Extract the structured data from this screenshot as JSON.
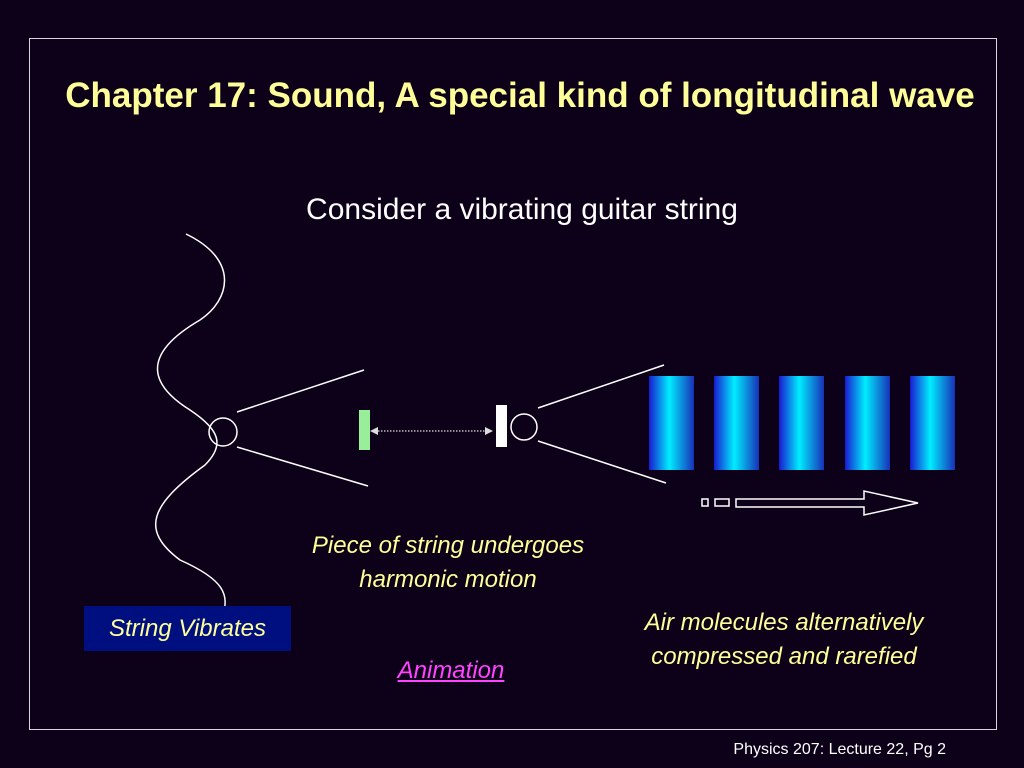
{
  "slide": {
    "title": "Chapter 17: Sound, A special kind of longitudinal wave",
    "subtitle": "Consider a vibrating guitar string",
    "captions": {
      "string_piece": "Piece of string undergoes harmonic motion",
      "air": "Air molecules alternatively compressed and rarefied",
      "string_vibrates": "String Vibrates",
      "animation_link": "Animation"
    },
    "footer": "Physics 207: Lecture 22, Pg 2"
  },
  "colors": {
    "background": "#0d0119",
    "title": "#ffff99",
    "caption": "#ffff99",
    "link": "#ff44ff",
    "box": "#000f80",
    "green_bar": "#99ee99",
    "air_band": "#00eeff"
  },
  "diagram": {
    "compression_band_count": 5
  }
}
